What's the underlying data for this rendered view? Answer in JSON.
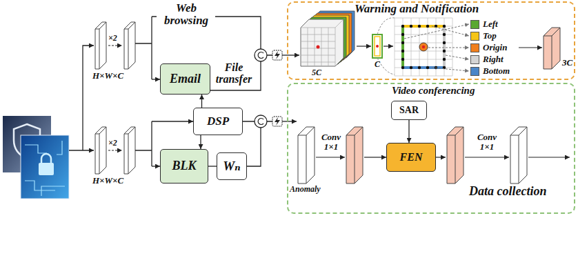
{
  "diagram": {
    "nodes": [
      {
        "text": [
          "Email"
        ]
      },
      {
        "text": [
          "DSP"
        ]
      },
      {
        "text": [
          "BLK"
        ]
      },
      {
        "text": [
          "Wₙ"
        ]
      },
      {
        "text": [
          "Warning and Notification"
        ]
      },
      {
        "text": [
          "Video conferencing"
        ]
      },
      {
        "text": [
          "SAR"
        ],
        "in": 5
      },
      {
        "text": [
          "FEN"
        ],
        "in": 5
      }
    ],
    "edges": [
      {
        "from": 1,
        "to": 0,
        "arrow": "to"
      },
      {
        "from": 1,
        "to": 2,
        "arrow": "to"
      },
      {
        "from": 2,
        "to": 3,
        "arrow": "none"
      },
      {
        "from": 6,
        "to": 7,
        "arrow": "to"
      }
    ],
    "labels": [
      "Web browsing",
      "File transfer",
      "×2",
      "H×W×C",
      "×2",
      "H×W×C",
      "5C",
      "C",
      "3C",
      "Anomaly",
      "Conv 1×1",
      "Conv 1×1",
      "Data collection"
    ],
    "legend": [
      {
        "text": "Left",
        "color": "#5aa832"
      },
      {
        "text": "Top",
        "color": "#f5c518"
      },
      {
        "text": "Origin",
        "color": "#f07f1d"
      },
      {
        "text": "Right",
        "color": "#d4d4d4"
      },
      {
        "text": "Bottom",
        "color": "#4a86c8"
      }
    ]
  }
}
